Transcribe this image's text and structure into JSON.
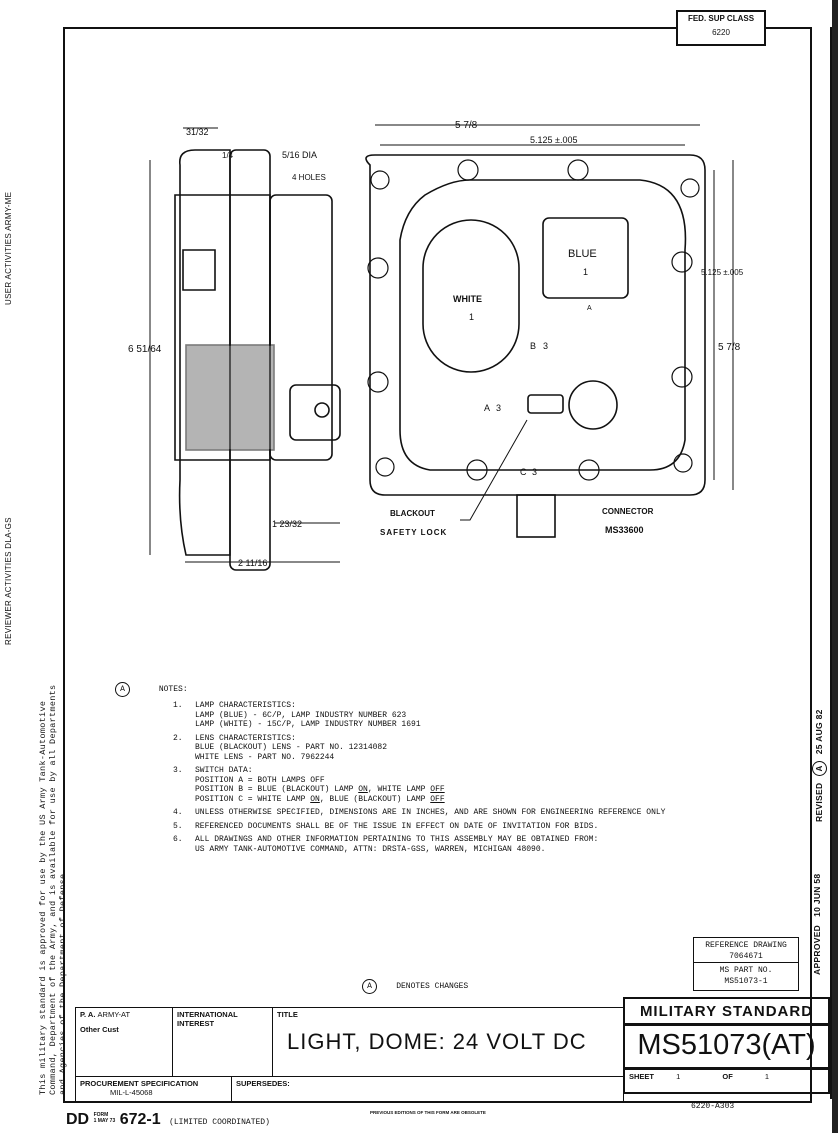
{
  "header": {
    "fed_sup_class_label": "FED. SUP CLASS",
    "fed_sup_class_value": "6220"
  },
  "side_left": {
    "user_activities": "USER ACTIVITIES   ARMY-ME",
    "reviewer_activities": "REVIEWER ACTIVITIES   DLA-GS",
    "approval_lines": [
      "This military standard is approved for use by the US Army Tank-Automotive",
      "Command, Department of the Army, and is available for use by all Departments",
      "and Agencies of the Department of Defense."
    ]
  },
  "side_right": {
    "revised_label": "REVISED",
    "revised_mark": "A",
    "revised_date": "25 AUG 82",
    "approved_label": "APPROVED",
    "approved_date": "10 JUN 58"
  },
  "drawing": {
    "dim_width_outer": "5 7/8",
    "dim_hole_span_h": "5.125 ±.005",
    "dim_hole_span_v": "5.125 ±.005",
    "dim_height_outer": "5 7/8",
    "dim_side_top": "31/32",
    "dim_side_small": "1/4",
    "dim_side_height": "6 51/64",
    "dim_side_depth": "1 23/32",
    "dim_side_total": "2 11/16",
    "hole_dia": "5/16 DIA",
    "hole_count": "4 HOLES",
    "lens_white": "WHITE",
    "lens_blue": "BLUE",
    "note_ref_1": "1",
    "change_mark": "A",
    "switch_a": "A",
    "switch_b": "B",
    "switch_c": "C",
    "note_ref_3": "3",
    "blackout_line1": "BLACKOUT",
    "blackout_line2": "SAFETY LOCK",
    "connector_line1": "CONNECTOR",
    "connector_line2": "MS33600"
  },
  "notes": {
    "marker": "A",
    "heading": "NOTES:",
    "items": [
      {
        "num": "1.",
        "title": "LAMP CHARACTERISTICS:",
        "lines": [
          "LAMP (BLUE) - 6C/P, LAMP INDUSTRY NUMBER 623",
          "LAMP (WHITE) - 15C/P, LAMP INDUSTRY NUMBER 1691"
        ]
      },
      {
        "num": "2.",
        "title": "LENS CHARACTERISTICS:",
        "lines": [
          "BLUE (BLACKOUT) LENS - PART NO. 12314082",
          "WHITE LENS - PART NO. 7962244"
        ]
      },
      {
        "num": "3.",
        "title": "SWITCH DATA:",
        "lines": [
          "POSITION A = BOTH LAMPS OFF"
        ],
        "pos_b": {
          "pre": "POSITION B = BLUE (BLACKOUT) LAMP ",
          "on": "ON",
          "mid": ", WHITE LAMP ",
          "off": "OFF"
        },
        "pos_c": {
          "pre": "POSITION C = WHITE LAMP ",
          "on": "ON",
          "mid": ", BLUE (BLACKOUT) LAMP ",
          "off": "OFF"
        }
      },
      {
        "num": "4.",
        "title": "UNLESS OTHERWISE SPECIFIED, DIMENSIONS ARE IN INCHES, AND ARE SHOWN FOR ENGINEERING REFERENCE ONLY"
      },
      {
        "num": "5.",
        "title": "REFERENCED DOCUMENTS SHALL BE OF THE ISSUE IN EFFECT ON DATE OF INVITATION FOR BIDS."
      },
      {
        "num": "6.",
        "title": "ALL DRAWINGS AND OTHER INFORMATION PERTAINING TO THIS ASSEMBLY MAY BE OBTAINED FROM:",
        "lines": [
          "US ARMY TANK-AUTOMOTIVE COMMAND, ATTN:  DRSTA-GSS, WARREN, MICHIGAN   48090."
        ]
      }
    ],
    "changes_marker": "A",
    "changes_text": "DENOTES CHANGES"
  },
  "reference": {
    "ref_label": "REFERENCE DRAWING",
    "ref_value": "7064671",
    "part_label": "MS PART NO.",
    "part_value": "MS51073-1"
  },
  "title_block": {
    "pa_label": "P. A.",
    "pa_value": "ARMY-AT",
    "other_cust": "Other Cust",
    "intl_label": "INTERNATIONAL INTEREST",
    "title_label": "TITLE",
    "title": "LIGHT, DOME:  24 VOLT DC",
    "mil_std": "MILITARY STANDARD",
    "std_number": "MS51073(AT)",
    "sheet_label": "SHEET",
    "sheet_num": "1",
    "of_label": "OF",
    "sheet_total": "1",
    "proc_label": "PROCUREMENT SPECIFICATION",
    "proc_value": "MIL-L-45068",
    "supersedes_label": "SUPERSEDES:",
    "code": "6220-A303"
  },
  "footer": {
    "dd": "DD",
    "form_label": "FORM",
    "form_date": "1 MAY 73",
    "form_number": "672-1",
    "coordination": "(LIMITED COORDINATED)",
    "obsolete": "PREVIOUS EDITIONS OF THIS FORM ARE OBSOLETE"
  }
}
